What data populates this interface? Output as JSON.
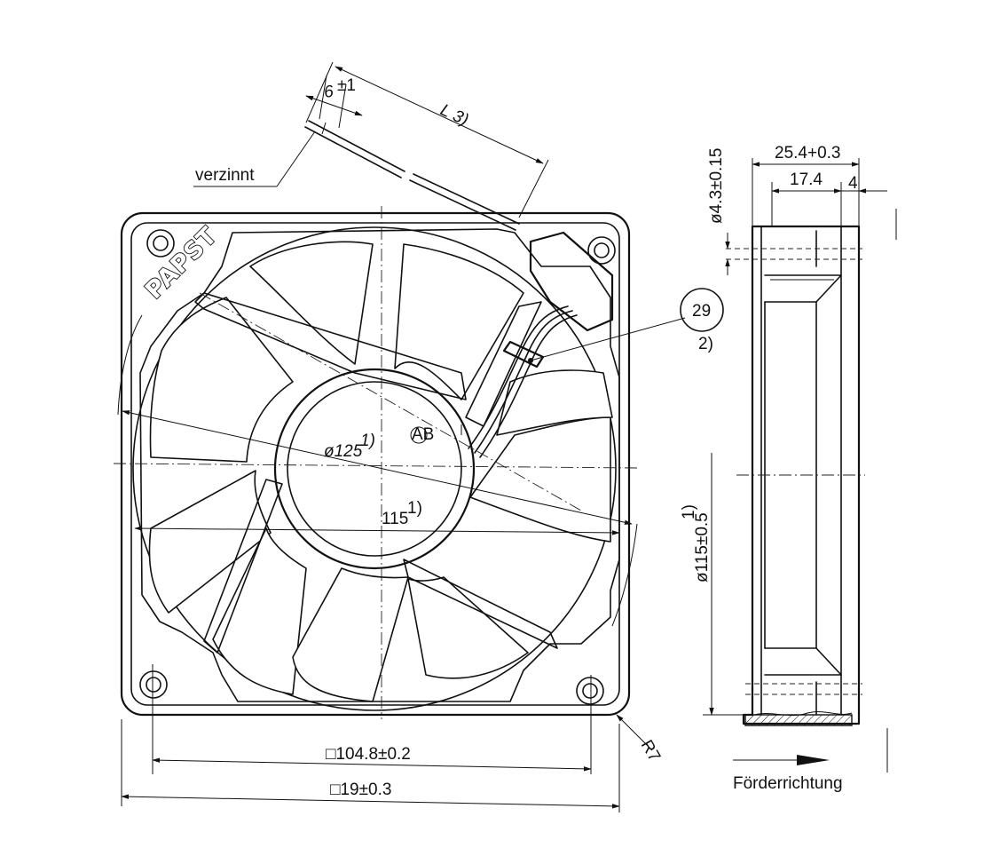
{
  "drawing": {
    "brand_logo": "PAPST",
    "labels": {
      "tin_note": "verzinnt",
      "lead_length": "L 3)",
      "strip_length": "6",
      "strip_tolerance": "±1",
      "diameter_125": "ø125",
      "diameter_125_note": "1)",
      "width_115": "115",
      "width_115_note": "1)",
      "mark_ab": "AB",
      "balloon_item": "29",
      "balloon_note": "2)",
      "hole_spacing": "□104.8±0.2",
      "frame_size": "□19±0.3",
      "corner_radius": "R7",
      "depth_total": "25.4+0.3",
      "depth_inner": "17.4",
      "depth_flange": "4",
      "hole_diameter": "ø4.3±0.15",
      "diameter_side": "ø115±0.5",
      "diameter_side_note": "1)",
      "flow_direction": "Förderrichtung"
    }
  }
}
